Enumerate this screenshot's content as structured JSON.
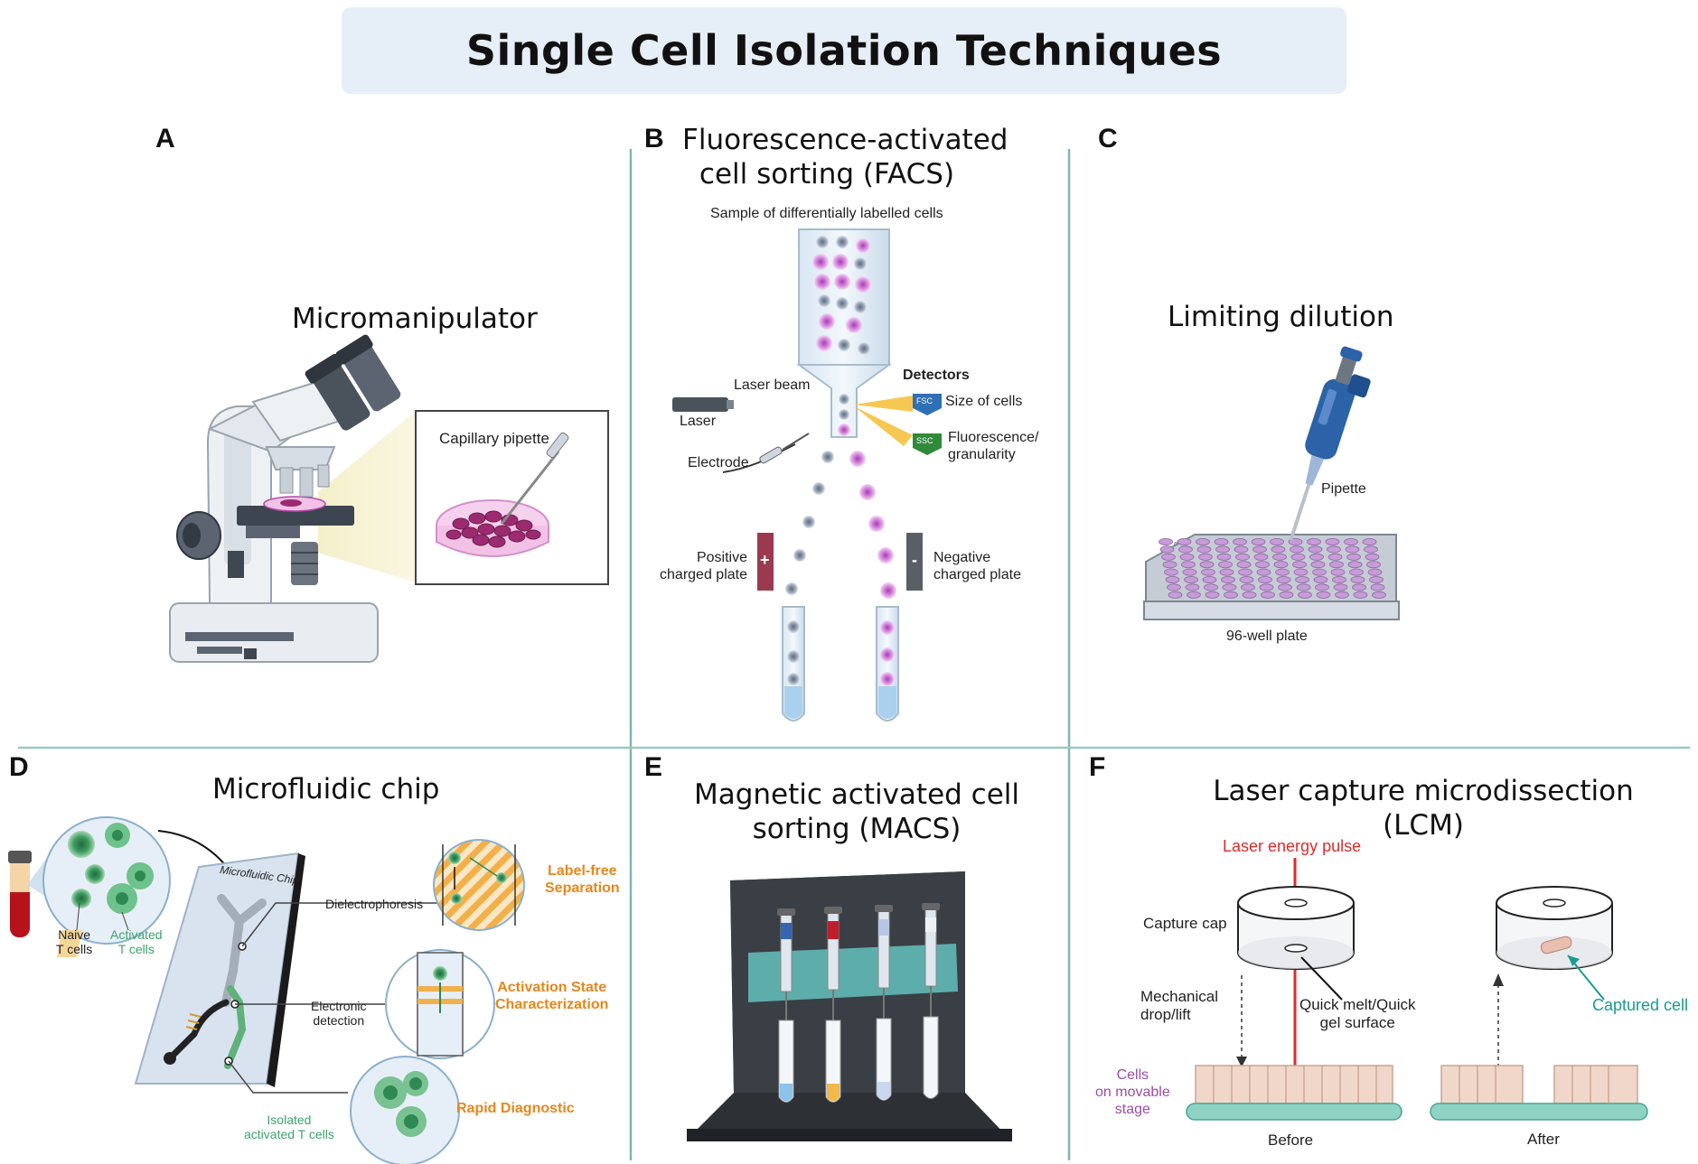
{
  "title": "Single Cell Isolation Techniques",
  "panels": {
    "a": {
      "letter": "A",
      "title": "Micromanipulator",
      "labels": {
        "capillary": "Capillary pipette"
      }
    },
    "b": {
      "letter": "B",
      "title_line1": "Fluorescence-activated",
      "title_line2": "cell sorting (FACS)",
      "labels": {
        "sample": "Sample of differentially labelled cells",
        "laser_beam": "Laser beam",
        "laser": "Laser",
        "detectors": "Detectors",
        "fsc": "FSC",
        "ssc": "SSC",
        "size": "Size of cells",
        "fluor1": "Fluorescence/",
        "fluor2": "granularity",
        "electrode": "Electrode",
        "pos1": "Positive",
        "pos2": "charged plate",
        "neg1": "Negative",
        "neg2": "charged plate",
        "plus": "+",
        "minus": "-"
      }
    },
    "c": {
      "letter": "C",
      "title": "Limiting dilution",
      "labels": {
        "pipette": "Pipette",
        "plate": "96-well plate"
      }
    },
    "d": {
      "letter": "D",
      "title": "Microfluidic chip",
      "labels": {
        "chip": "Microfluidic Chip",
        "naive1": "Naive",
        "naive2": "T cells",
        "activated1": "Activated",
        "activated2": "T cells",
        "dielectro": "Dielectrophoresis",
        "electronic1": "Electronic",
        "electronic2": "detection",
        "isolated1": "Isolated",
        "isolated2": "activated T cells",
        "labelfree1": "Label-free",
        "labelfree2": "Separation",
        "activation1": "Activation State",
        "activation2": "Characterization",
        "rapid": "Rapid Diagnostic"
      }
    },
    "e": {
      "letter": "E",
      "title_line1": "Magnetic activated cell",
      "title_line2": "sorting (MACS)"
    },
    "f": {
      "letter": "F",
      "title_line1": "Laser capture microdissection",
      "title_line2": "(LCM)",
      "labels": {
        "laser_pulse": "Laser energy pulse",
        "capture_cap": "Capture cap",
        "mech1": "Mechanical",
        "mech2": "drop/lift",
        "quick1": "Quick melt/Quick",
        "quick2": "gel surface",
        "cells1": "Cells",
        "cells2": "on movable",
        "cells3": "stage",
        "captured": "Captured cell",
        "before": "Before",
        "after": "After"
      }
    }
  },
  "colors": {
    "title_bg": "#e6eef7",
    "divider": "#7fb7b5",
    "accent_orange": "#e8861b",
    "accent_teal": "#1a9b8f",
    "laser_red": "#e02b2b",
    "cell_purple": "#c86bd0"
  }
}
